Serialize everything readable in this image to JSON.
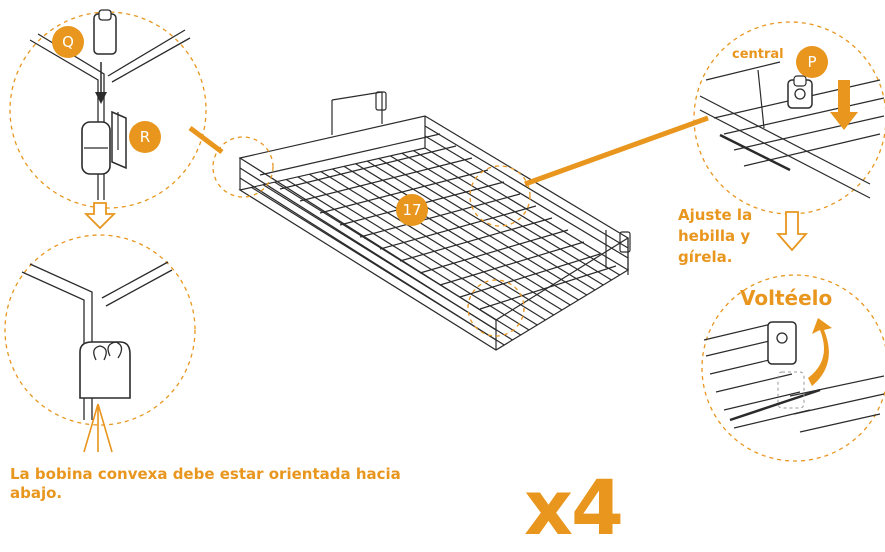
{
  "badges": {
    "q": "Q",
    "r": "R",
    "p": "P",
    "step": "17"
  },
  "labels": {
    "convexa": "La bobina convexa debe estar orientada hacia abajo.",
    "ajuste": "Ajuste la hebilla y gírela.",
    "volteelo": "Voltéelo",
    "central": "central",
    "quantity": "x4"
  },
  "colors": {
    "accent": "#e8961e",
    "line": "#2b2b2b"
  },
  "icons": [
    "hollow-arrow-down-icon",
    "arrow-down-icon",
    "curved-rotate-arrow-icon"
  ]
}
